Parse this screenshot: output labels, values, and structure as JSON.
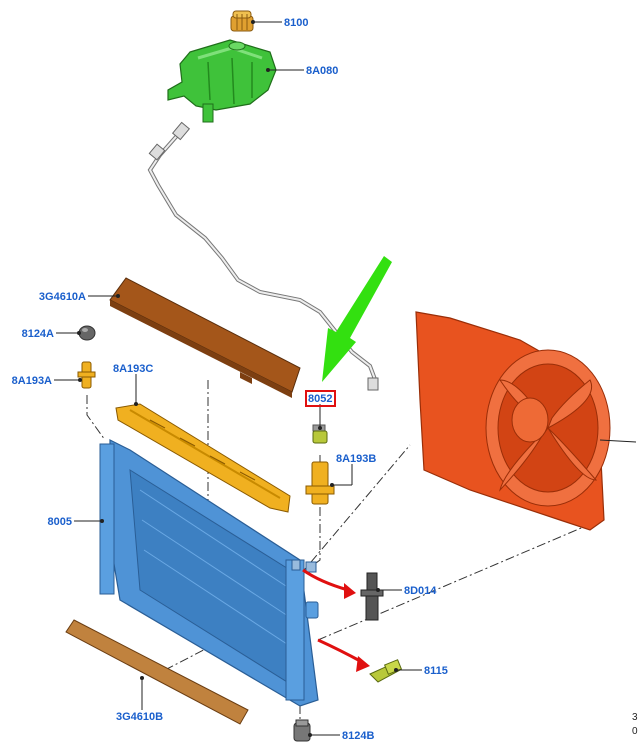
{
  "diagram": {
    "labels": {
      "p8100": "8100",
      "p8A080": "8A080",
      "p3G4610A": "3G4610A",
      "p8124A": "8124A",
      "p8A193A": "8A193A",
      "p8A193C": "8A193C",
      "p8052": "8052",
      "p8A193B": "8A193B",
      "p8005": "8005",
      "p8D014": "8D014",
      "p8115": "8115",
      "p3G4610B": "3G4610B",
      "p8124B": "8124B"
    },
    "corner_text": {
      "line1": "3",
      "line2": "0"
    },
    "colors": {
      "label": "#1a5fcc",
      "highlight_box": "#e01010",
      "pointer_arrow": "#33e010",
      "flow_arrow": "#e01010",
      "reservoir": "#3fc23a",
      "fan_shroud": "#e8531f",
      "radiator": "#4f93d6",
      "seal": "#a4561a",
      "bracket": "#f0b020"
    }
  }
}
